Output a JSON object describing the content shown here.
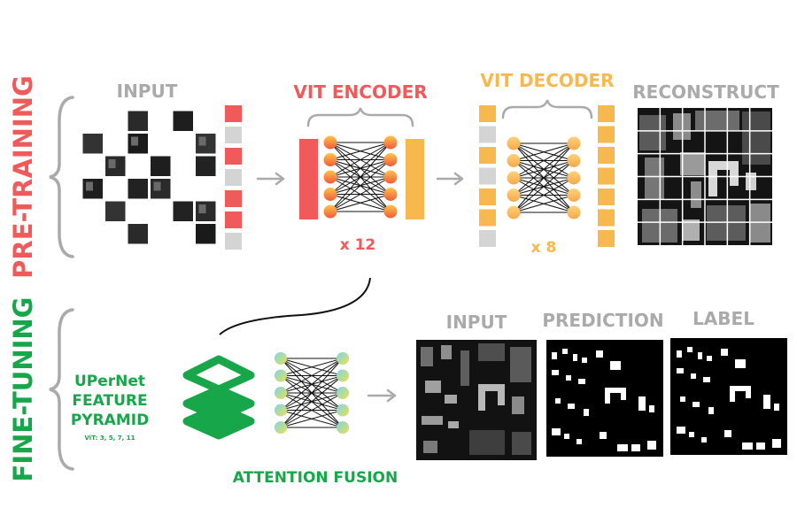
{
  "sections": {
    "pretraining": "PRE-TRAINING",
    "finetuning": "FINE-TUNING"
  },
  "pretraining": {
    "input_title": "INPUT",
    "encoder_title": "VIT ENCODER",
    "encoder_repeat": "x 12",
    "decoder_title": "VIT DECODER",
    "decoder_repeat": "x 8",
    "reconstruct_title": "RECONSTRUCT"
  },
  "finetuning": {
    "upernet_line1": "UPerNet",
    "upernet_line2": "FEATURE",
    "upernet_line3": "PYRAMID",
    "vit_layers": "ViT: 3, 5, 7, 11",
    "fusion_label": "ATTENTION FUSION",
    "input_title": "INPUT",
    "prediction_title": "PREDICTION",
    "label_title": "LABEL"
  },
  "colors": {
    "red": "#f05a5a",
    "orange": "#f7b84e",
    "green": "#17a74a",
    "gray": "#aaaaaa",
    "light_gray": "#d4d4d4"
  }
}
